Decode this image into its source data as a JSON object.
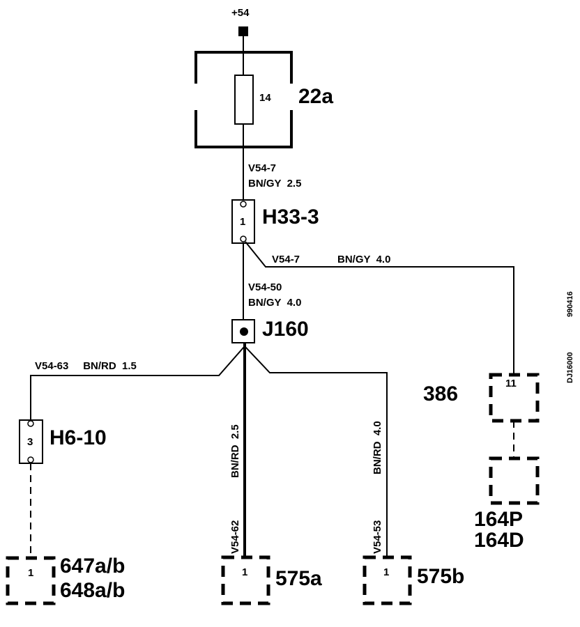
{
  "supply": {
    "label": "+54"
  },
  "fuse": {
    "number": "14",
    "label": "22a"
  },
  "wires": {
    "fuse_out_id": "V54-7",
    "fuse_out_spec": "BN/GY  2.5",
    "branch_386_id": "V54-7",
    "branch_386_spec": "BN/GY  4.0",
    "to_j160_id": "V54-50",
    "to_j160_spec": "BN/GY  4.0",
    "to_h6_label": "V54-63     BN/RD  1.5",
    "to_575a_id": "V54-62",
    "to_575a_spec": "BN/RD  2.5",
    "to_575b_id": "V54-53",
    "to_575b_spec": "BN/RD  4.0"
  },
  "connectors": {
    "h33": {
      "pin": "1",
      "label": "H33-3"
    },
    "j160": {
      "label": "J160"
    },
    "h6": {
      "pin": "3",
      "label": "H6-10"
    },
    "c386": {
      "pin": "11",
      "label": "386"
    },
    "c164": {
      "label_1": "164P",
      "label_2": "164D"
    },
    "c647": {
      "pin": "1",
      "label_1": "647a/b",
      "label_2": "648a/b"
    },
    "c575a": {
      "pin": "1",
      "label": "575a"
    },
    "c575b": {
      "pin": "1",
      "label": "575b"
    }
  },
  "side_text": {
    "drawing_id": "DJ16000",
    "date": "990416"
  }
}
